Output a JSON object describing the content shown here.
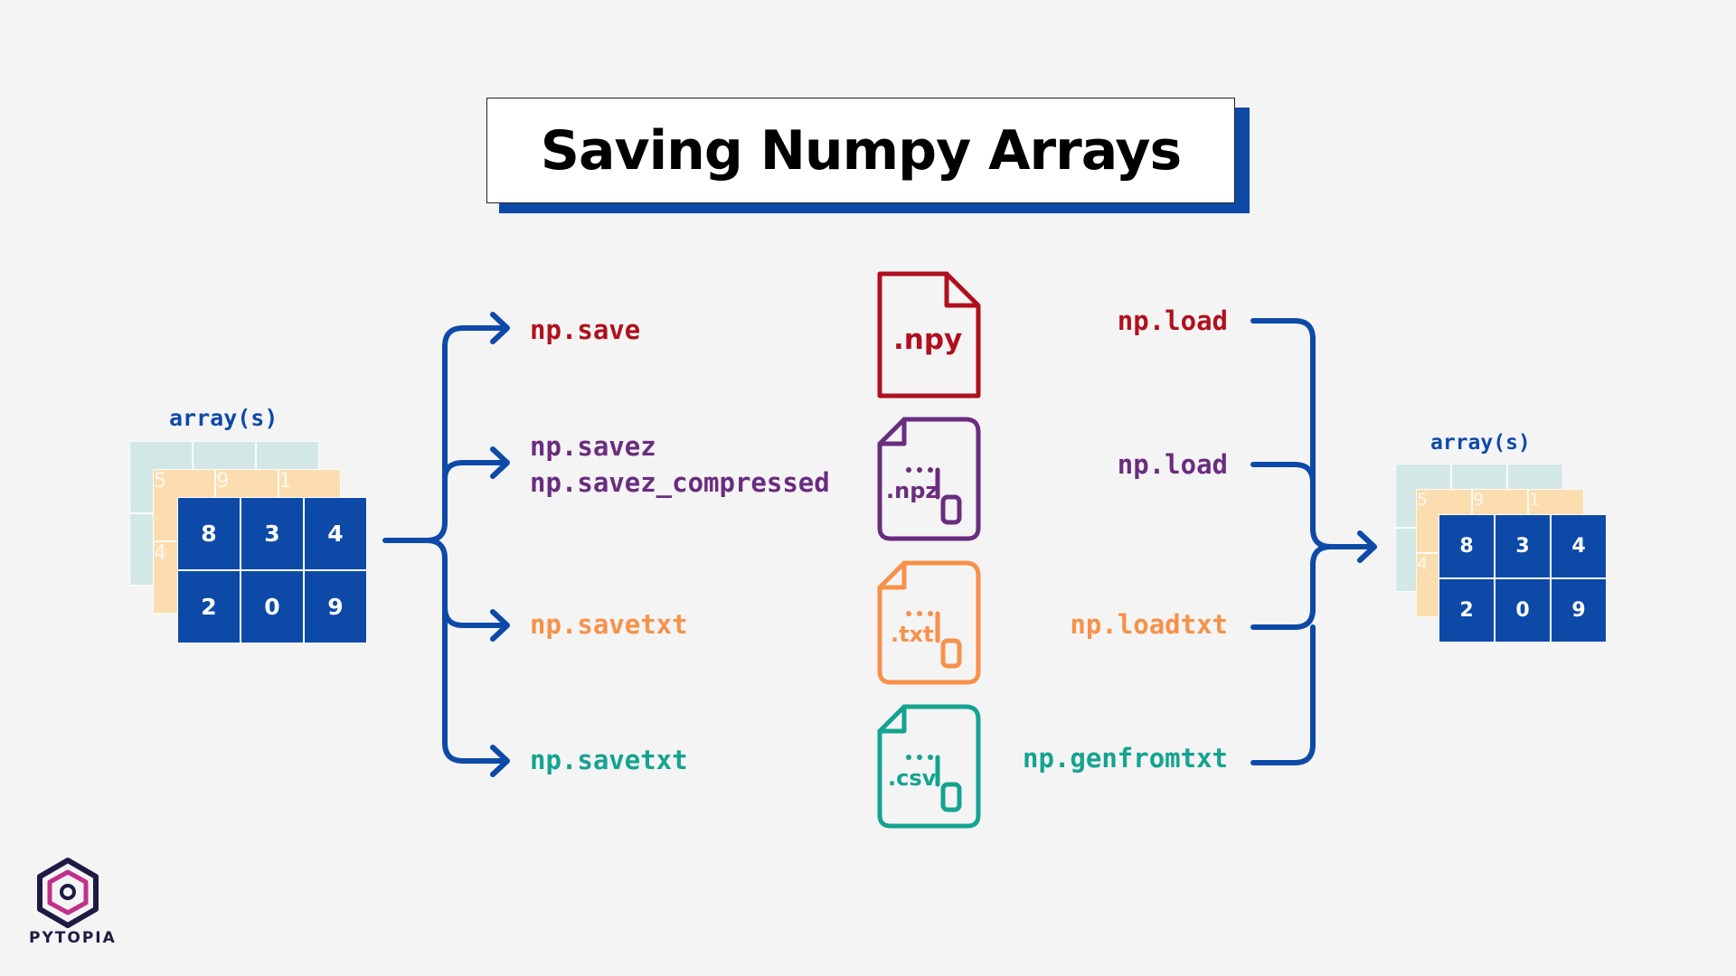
{
  "title": "Saving Numpy Arrays",
  "colors": {
    "blue": "#0d4aa8",
    "npy": "#b0101e",
    "npz": "#6a2d7e",
    "txt": "#f7914a",
    "csv": "#15a391",
    "back_layer_1": "#d3e8e6",
    "back_layer_2": "#fbddb0"
  },
  "left_array": {
    "label": "array(s)",
    "front_values": [
      "8",
      "3",
      "4",
      "2",
      "0",
      "9"
    ],
    "back_values": [
      "5",
      "9",
      "1",
      "4",
      "",
      ""
    ]
  },
  "right_array": {
    "label": "array(s)",
    "front_values": [
      "8",
      "3",
      "4",
      "2",
      "0",
      "9"
    ],
    "back_values": [
      "5",
      "9",
      "1",
      "4",
      "",
      ""
    ]
  },
  "save_functions": [
    {
      "label": "np.save",
      "color": "#b0101e"
    },
    {
      "label": "np.savez",
      "label2": "np.savez_compressed",
      "color": "#6a2d7e"
    },
    {
      "label": "np.savetxt",
      "color": "#f7914a"
    },
    {
      "label": "np.savetxt",
      "color": "#15a391"
    }
  ],
  "files": [
    {
      "ext": ".npy",
      "icon": "file-icon",
      "color": "#b0101e"
    },
    {
      "ext": ".npz",
      "icon": "zip-file-icon",
      "color": "#6a2d7e"
    },
    {
      "ext": ".txt",
      "icon": "zip-file-icon",
      "color": "#f7914a"
    },
    {
      "ext": ".csv",
      "icon": "zip-file-icon",
      "color": "#15a391"
    }
  ],
  "load_functions": [
    {
      "label": "np.load",
      "color": "#b0101e"
    },
    {
      "label": "np.load",
      "color": "#6a2d7e"
    },
    {
      "label": "np.loadtxt",
      "color": "#f7914a"
    },
    {
      "label": "np.genfromtxt",
      "color": "#15a391"
    }
  ],
  "brand": "PYTOPIA"
}
